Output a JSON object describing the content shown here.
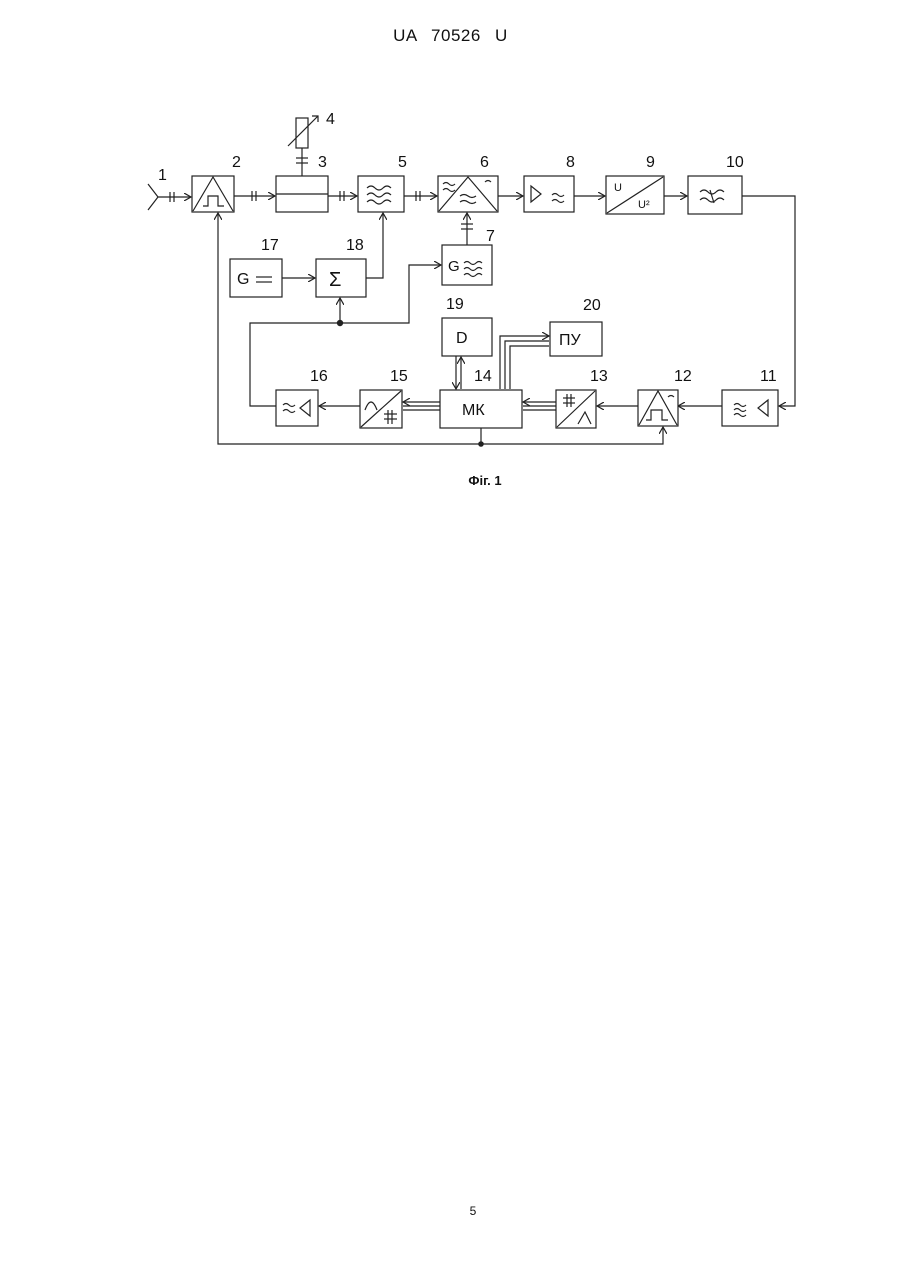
{
  "header": {
    "text": "UA   70526   U"
  },
  "figure": {
    "caption": "Фіг. 1",
    "labels": {
      "n1": "1",
      "n2": "2",
      "n3": "3",
      "n4": "4",
      "n5": "5",
      "n6": "6",
      "n7": "7",
      "n8": "8",
      "n9": "9",
      "n10": "10",
      "n11": "11",
      "n12": "12",
      "n13": "13",
      "n14": "14",
      "n15": "15",
      "n16": "16",
      "n17": "17",
      "n18": "18",
      "n19": "19",
      "n20": "20"
    },
    "block_text": {
      "b7": "G",
      "b17": "G",
      "b19": "D",
      "b20": "ПУ",
      "b14": "МК",
      "b18": "Σ",
      "b9_top": "U",
      "b9_bottom": "U²"
    }
  },
  "page_number": "5"
}
